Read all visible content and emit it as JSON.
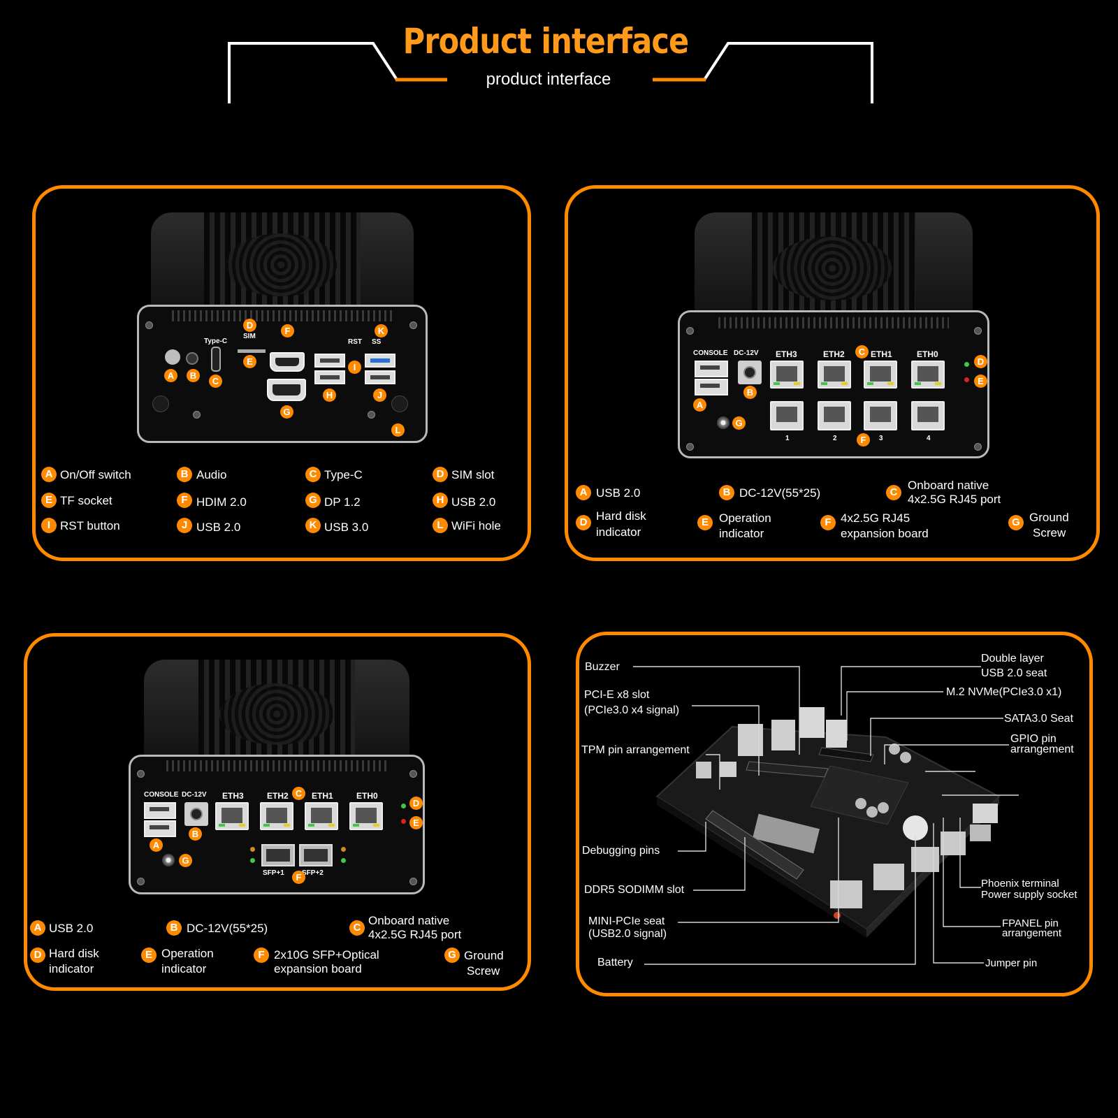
{
  "header": {
    "title": "Product interface",
    "subtitle": "product interface"
  },
  "panel1": {
    "port_labels": {
      "typec": "Type-C",
      "sim": "SIM",
      "rst": "RST",
      "ss": "SS"
    },
    "legend": [
      {
        "key": "A",
        "text": "On/Off switch"
      },
      {
        "key": "B",
        "text": "Audio"
      },
      {
        "key": "C",
        "text": "Type-C"
      },
      {
        "key": "D",
        "text": "SIM slot"
      },
      {
        "key": "E",
        "text": "TF socket"
      },
      {
        "key": "F",
        "text": "HDIM 2.0"
      },
      {
        "key": "G",
        "text": "DP 1.2"
      },
      {
        "key": "H",
        "text": "USB 2.0"
      },
      {
        "key": "I",
        "text": "RST button"
      },
      {
        "key": "J",
        "text": "USB 2.0"
      },
      {
        "key": "K",
        "text": "USB 3.0"
      },
      {
        "key": "L",
        "text": "WiFi hole"
      }
    ]
  },
  "panel2": {
    "port_labels": {
      "console": "CONSOLE",
      "dc": "DC-12V",
      "eth3": "ETH3",
      "eth2": "ETH2",
      "eth1": "ETH1",
      "eth0": "ETH0",
      "n1": "1",
      "n2": "2",
      "n3": "3",
      "n4": "4"
    },
    "legend": [
      {
        "key": "A",
        "text": "USB 2.0"
      },
      {
        "key": "B",
        "text": "DC-12V(55*25)"
      },
      {
        "key": "C",
        "text1": "Onboard native",
        "text2": "4x2.5G RJ45 port"
      },
      {
        "key": "D",
        "text1": "Hard disk",
        "text2": "indicator"
      },
      {
        "key": "E",
        "text1": "Operation",
        "text2": "indicator"
      },
      {
        "key": "F",
        "text1": "4x2.5G RJ45",
        "text2": "expansion board"
      },
      {
        "key": "G",
        "text1": "Ground",
        "text2": "Screw"
      }
    ]
  },
  "panel3": {
    "port_labels": {
      "console": "CONSOLE",
      "dc": "DC-12V",
      "eth3": "ETH3",
      "eth2": "ETH2",
      "eth1": "ETH1",
      "eth0": "ETH0",
      "sfp1": "SFP+1",
      "sfp2": "SFP+2"
    },
    "legend": [
      {
        "key": "A",
        "text": "USB 2.0"
      },
      {
        "key": "B",
        "text": "DC-12V(55*25)"
      },
      {
        "key": "C",
        "text1": "Onboard native",
        "text2": "4x2.5G RJ45 port"
      },
      {
        "key": "D",
        "text1": "Hard disk",
        "text2": "indicator"
      },
      {
        "key": "E",
        "text1": "Operation",
        "text2": "indicator"
      },
      {
        "key": "F",
        "text1": "2x10G SFP+Optical",
        "text2": "expansion board"
      },
      {
        "key": "G",
        "text1": "Ground",
        "text2": "Screw"
      }
    ]
  },
  "panel4": {
    "left": [
      {
        "text1": "Buzzer"
      },
      {
        "text1": "PCI-E x8 slot",
        "text2": "(PCIe3.0 x4 signal)"
      },
      {
        "text1": "TPM pin arrangement"
      },
      {
        "text1": "Debugging pins"
      },
      {
        "text1": "DDR5 SODIMM slot"
      },
      {
        "text1": "MINI-PCIe seat",
        "text2": "(USB2.0 signal)"
      },
      {
        "text1": "Battery"
      }
    ],
    "right": [
      {
        "text1": "Double layer",
        "text2": "USB 2.0 seat"
      },
      {
        "text1": "M.2 NVMe(PCIe3.0 x1)"
      },
      {
        "text1": "SATA3.0 Seat"
      },
      {
        "text1": "GPIO pin",
        "text2": "arrangement"
      },
      {
        "text1": "Phoenix terminal",
        "text2": "Power supply socket"
      },
      {
        "text1": "FPANEL pin",
        "text2": "arrangement"
      },
      {
        "text1": "Jumper pin"
      }
    ]
  },
  "colors": {
    "accent": "#ff8a00",
    "background": "#000000"
  }
}
